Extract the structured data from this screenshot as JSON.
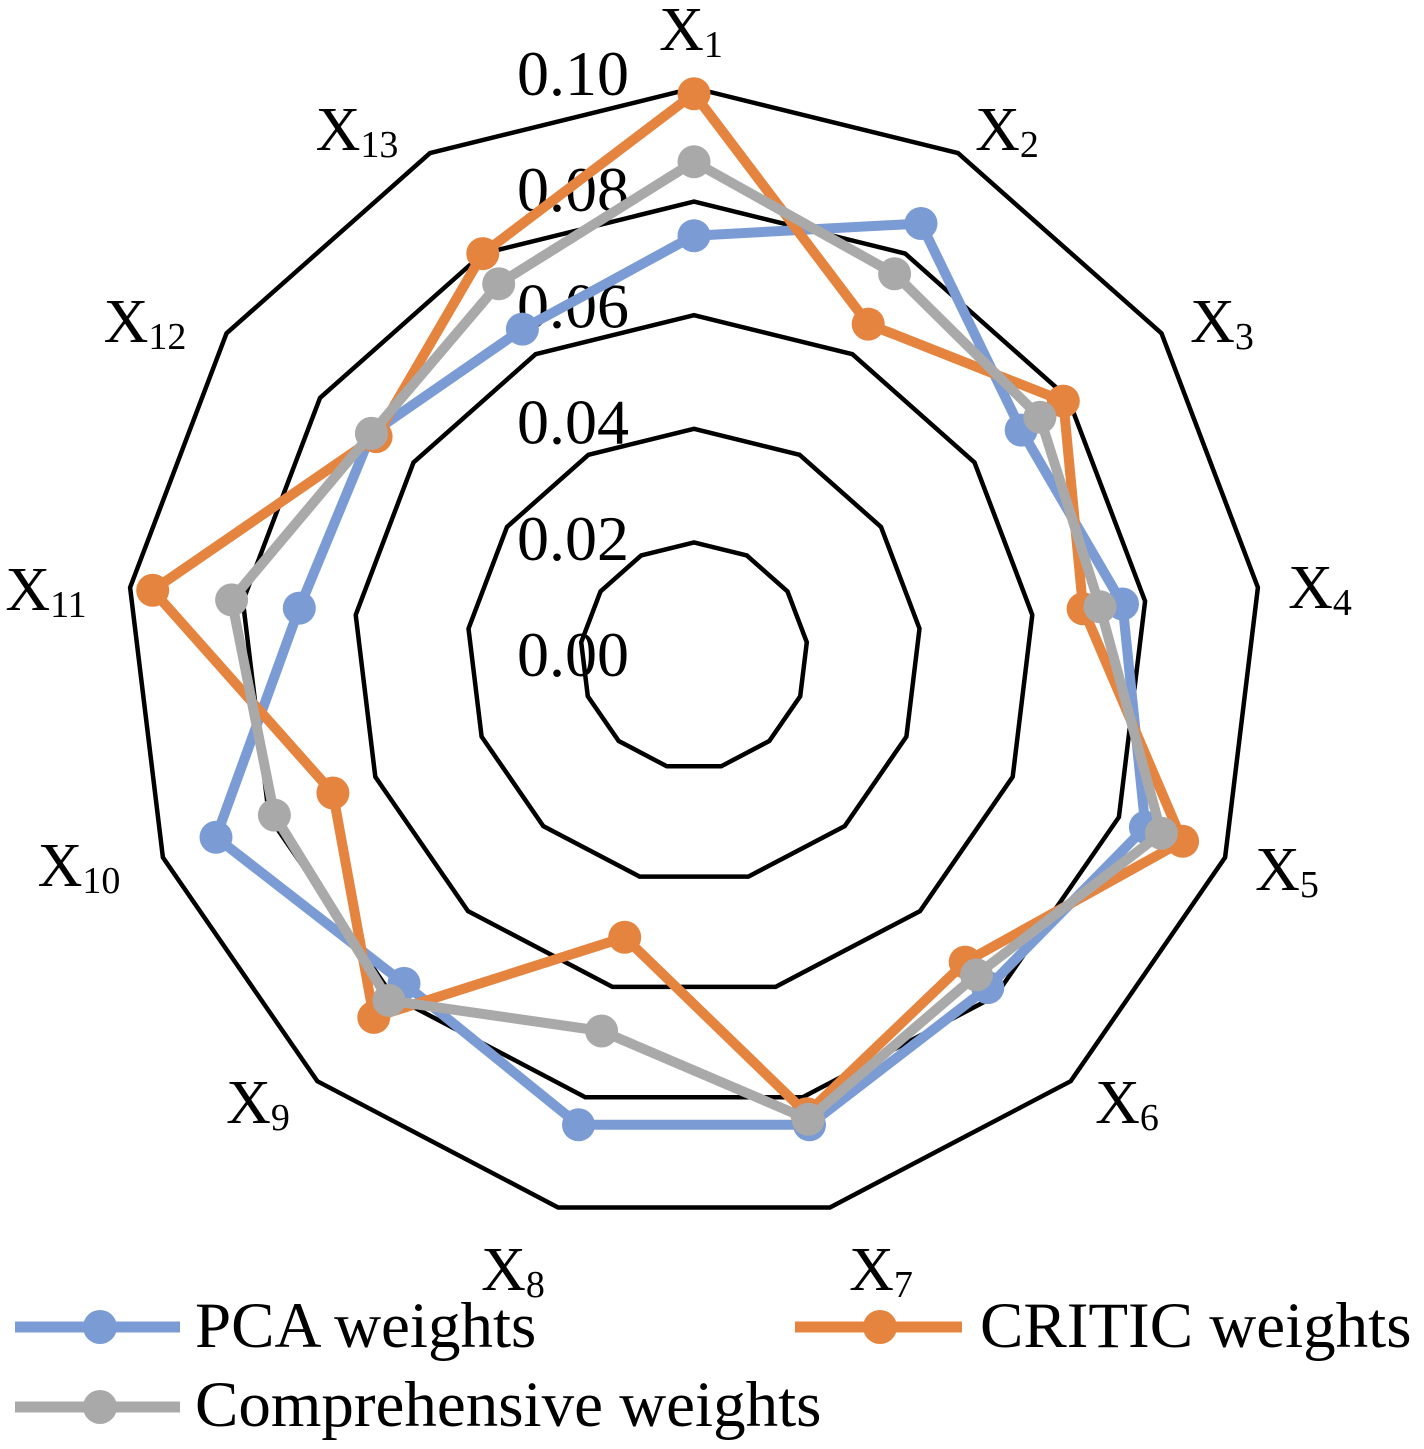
{
  "chart_data": {
    "type": "radar",
    "categories": [
      "X1",
      "X2",
      "X3",
      "X4",
      "X5",
      "X6",
      "X7",
      "X8",
      "X9",
      "X10",
      "X11",
      "X12",
      "X13"
    ],
    "rlim": [
      0,
      0.1
    ],
    "r_ticks": [
      0.0,
      0.02,
      0.04,
      0.06,
      0.08,
      0.1
    ],
    "tick_labels": [
      "0.00",
      "0.02",
      "0.04",
      "0.06",
      "0.08",
      "0.10"
    ],
    "grid": true,
    "grid_color": "#000000",
    "legend": "bottom",
    "series": [
      {
        "name": "PCA weights",
        "color": "#7B9BD4",
        "values": [
          0.074,
          0.086,
          0.07,
          0.076,
          0.085,
          0.078,
          0.085,
          0.085,
          0.077,
          0.09,
          0.07,
          0.069,
          0.065
        ]
      },
      {
        "name": "CRITIC weights",
        "color": "#E5843F",
        "values": [
          0.099,
          0.066,
          0.079,
          0.069,
          0.092,
          0.072,
          0.083,
          0.051,
          0.085,
          0.068,
          0.096,
          0.068,
          0.08
        ]
      },
      {
        "name": "Comprehensive weights",
        "color": "#A9A9A9",
        "values": [
          0.087,
          0.076,
          0.074,
          0.072,
          0.088,
          0.075,
          0.084,
          0.068,
          0.081,
          0.079,
          0.082,
          0.069,
          0.074
        ]
      }
    ]
  }
}
